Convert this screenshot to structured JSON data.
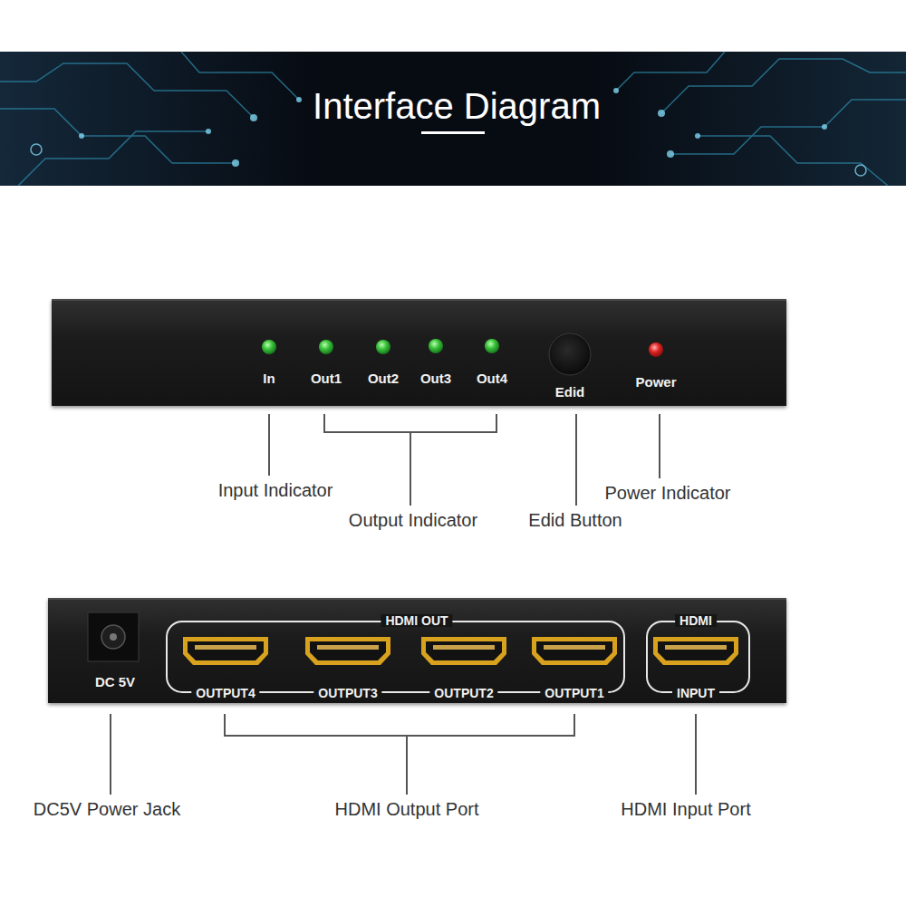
{
  "diagram": {
    "title": "Interface Diagram",
    "nodes": [
      {
        "text": [
          "In",
          "Out1",
          "Out2",
          "Out3",
          "Out4",
          "Edid",
          "Power"
        ]
      },
      {
        "text": [
          "DC 5V"
        ]
      },
      {
        "text": [
          "HDMI OUT",
          "OUTPUT4",
          "OUTPUT3",
          "OUTPUT2",
          "OUTPUT1"
        ],
        "in": 1
      },
      {
        "text": [
          "HDMI",
          "INPUT"
        ],
        "in": 1
      }
    ],
    "labels": [
      "Input Indicator",
      "Output Indicator",
      "Edid Button",
      "Power Indicator",
      "DC5V Power Jack",
      "HDMI Output Port",
      "HDMI Input Port"
    ]
  }
}
